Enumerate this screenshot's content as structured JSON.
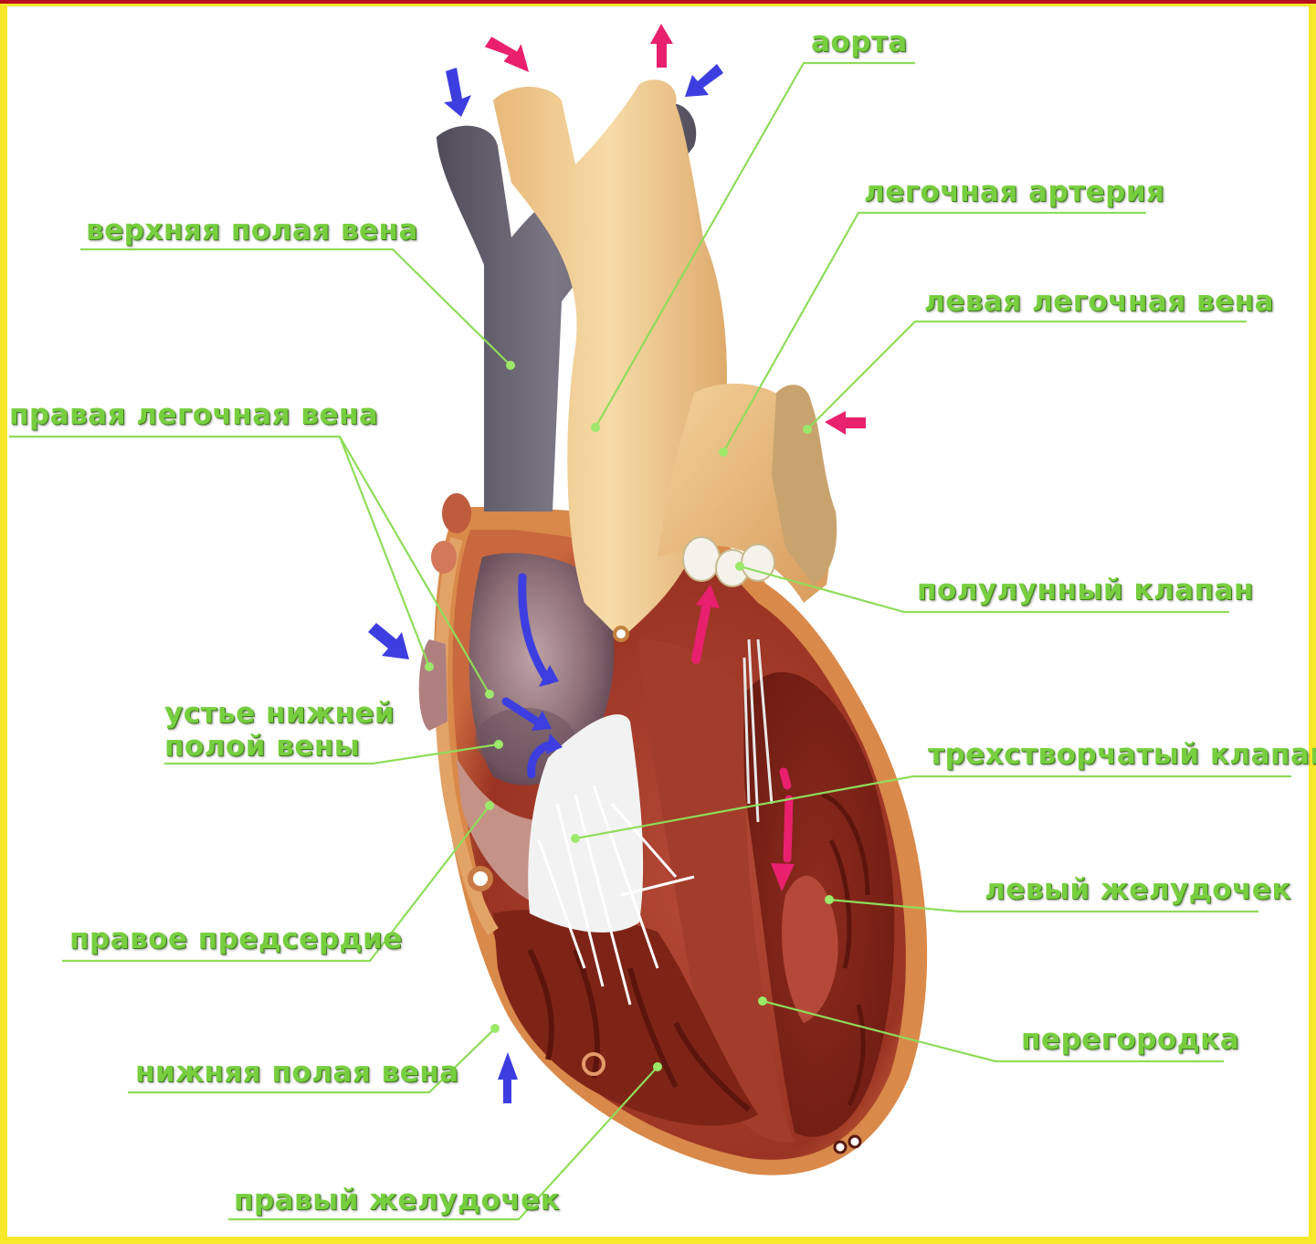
{
  "labels": {
    "aorta": "аорта",
    "pulmonary_artery": "легочная артерия",
    "left_pulmonary_vein": "левая легочная вена",
    "superior_vena_cava": "верхняя полая вена",
    "right_pulmonary_vein": "правая легочная вена",
    "semilunar_valve": "полулунный клапан",
    "ivc_orifice_line1": "устье нижней",
    "ivc_orifice_line2": "полой вены",
    "tricuspid_valve": "трехстворчатый клапан",
    "left_ventricle": "левый желудочек",
    "right_atrium": "правое предсердие",
    "septum": "перегородка",
    "inferior_vena_cava": "нижняя полая вена",
    "right_ventricle": "правый желудочек"
  },
  "colors": {
    "frame": "#f7e82a",
    "label_text": "#77cf3f",
    "leader_line": "#8fdc5a",
    "arrow_deoxygenated": "#3d3ee0",
    "arrow_oxygenated": "#e8206e",
    "vena_cava": "#6b6673",
    "aorta": "#efc98c",
    "myocardium": "#a8402e",
    "chamber": "#7a2318",
    "valve_tissue": "#f2f2f2"
  },
  "icons": {
    "blue_arrow": "arrow-deoxygenated-blood-icon",
    "pink_arrow": "arrow-oxygenated-blood-icon"
  }
}
